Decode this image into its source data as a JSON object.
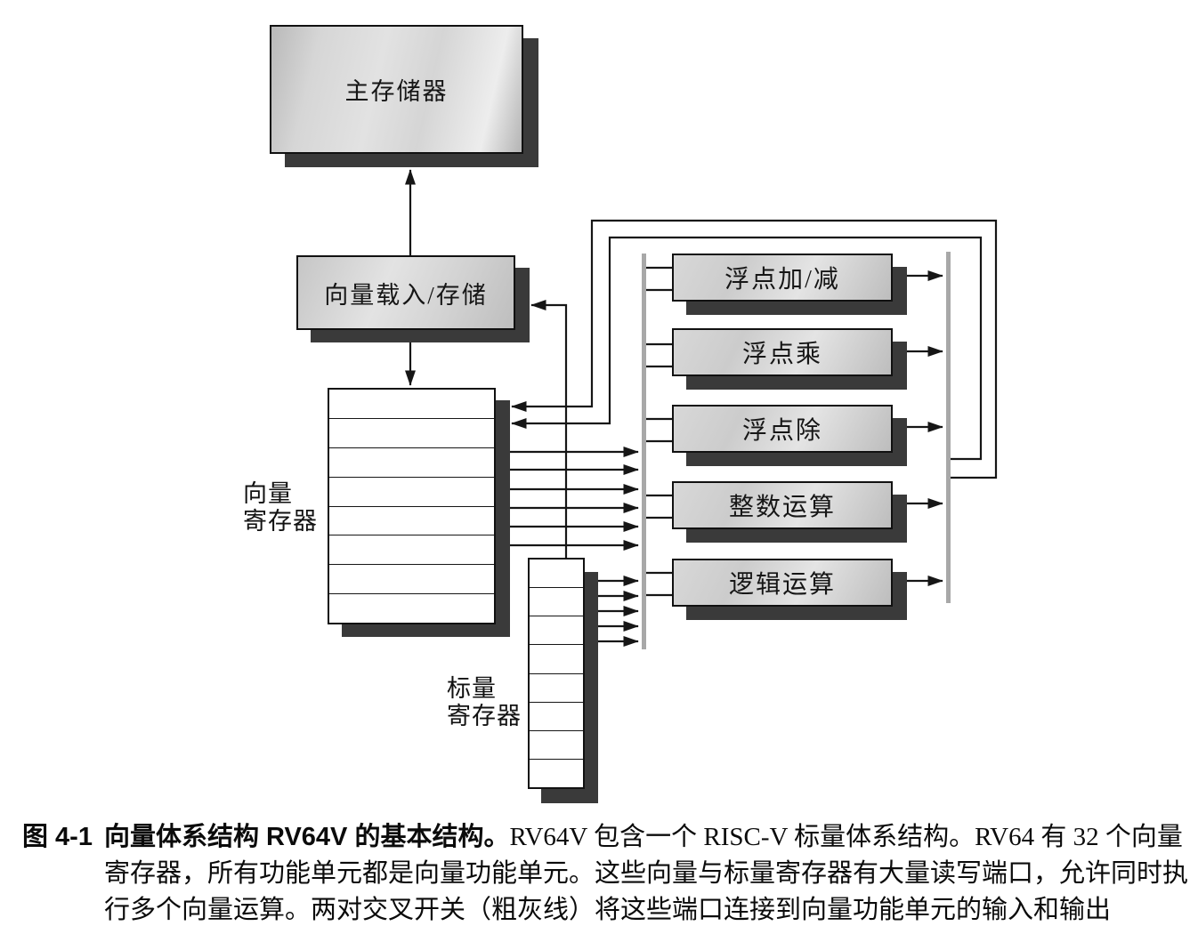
{
  "figure": {
    "boxes": {
      "main_memory": "主存储器",
      "load_store": "向量载入/存储",
      "fp_add": "浮点加/减",
      "fp_mul": "浮点乘",
      "fp_div": "浮点除",
      "int_unit": "整数运算",
      "logic_unit": "逻辑运算"
    },
    "register_files": {
      "vector": {
        "label": "向量\n寄存器",
        "rows": 8
      },
      "scalar": {
        "label": "标量\n寄存器",
        "rows": 8
      }
    },
    "crossbars": {
      "count": 2,
      "description": "thick gray vertical lines"
    }
  },
  "caption": {
    "label": "图 4-1",
    "line1_bold": "向量体系结构 RV64V 的基本结构。",
    "line1_rest": "RV64V 包含一个 RISC-V 标量体系结构。RV64 有 32 个向量",
    "line2": "寄存器，所有功能单元都是向量功能单元。这些向量与标量寄存器有大量读写端口，允许同时执",
    "line3": "行多个向量运算。两对交叉开关（粗灰线）将这些端口连接到向量功能单元的输入和输出"
  },
  "colors": {
    "background": "#ffffff",
    "box_border": "#111111",
    "drop_shadow": "#3a3a3a",
    "crossbar_gray": "#a8a8a8",
    "line_black": "#161616"
  }
}
